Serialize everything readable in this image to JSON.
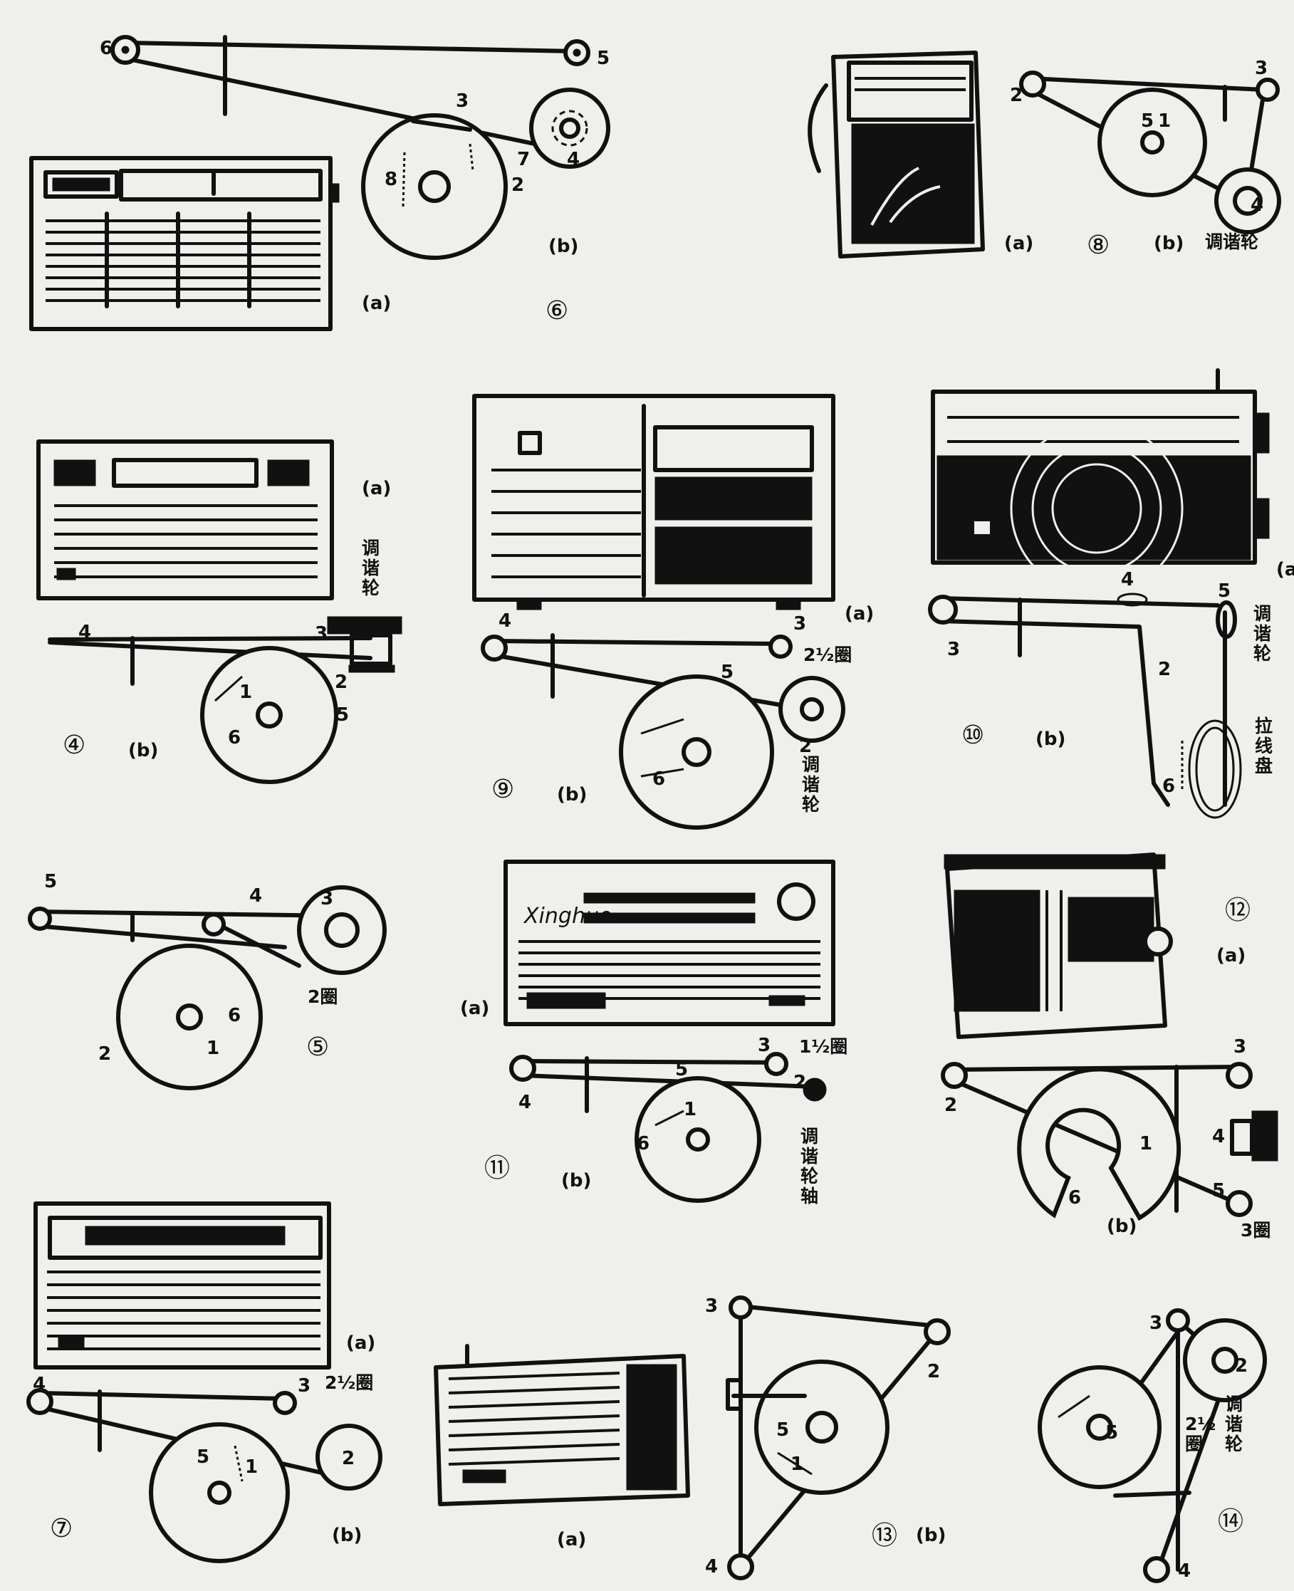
{
  "labels": {
    "a": "(a)",
    "b": "(b)",
    "b_alt": "(b)",
    "a_cut": "(a"
  },
  "figures": {
    "f4": "④",
    "f5": "⑤",
    "f6": "⑥",
    "f7": "⑦",
    "f8": "⑧",
    "f9": "⑨",
    "f10": "⑩",
    "f11": "⑪",
    "f12": "⑫",
    "f13": "⑬",
    "f14": "⑭"
  },
  "terms": {
    "tuning_wheel": "调谐轮",
    "tuning_1": "调",
    "tuning_2": "谐",
    "tuning_3": "轮",
    "shaft": "轴",
    "pull_1": "拉",
    "pull_2": "线",
    "pull_3": "盘",
    "turns_half": "1½圈",
    "turns_two_half": "2½圈",
    "turns_two": "2圈",
    "turns_three": "3圈",
    "half_a": "2½",
    "quan": "圈",
    "one_t": "1"
  },
  "brand": "Xinghuo",
  "pulley_numbers": [
    "1",
    "2",
    "3",
    "4",
    "5",
    "6",
    "7",
    "8"
  ]
}
